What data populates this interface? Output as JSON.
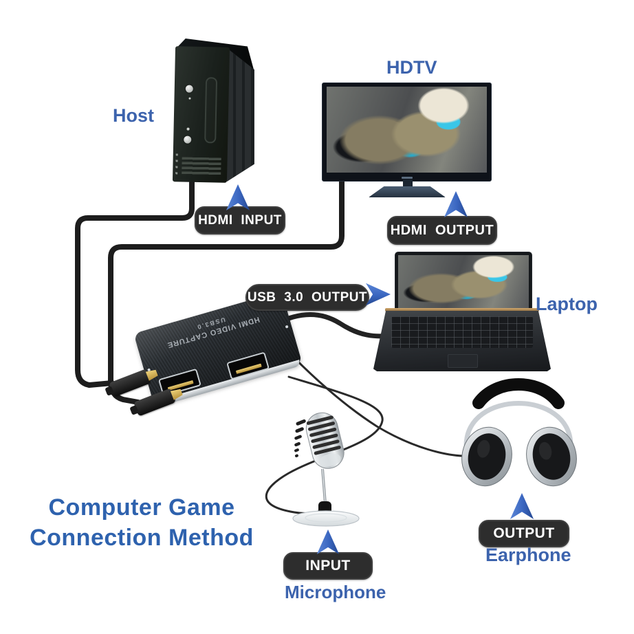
{
  "title": {
    "line1": "Computer Game",
    "line2": "Connection Method"
  },
  "callouts": {
    "hdmi_input": "HDMI INPUT",
    "hdmi_output": "HDMI OUTPUT",
    "usb_output": "USB 3.0 OUTPUT",
    "audio_input": "INPUT",
    "audio_output": "OUTPUT"
  },
  "captions": {
    "host": "Host",
    "hdtv": "HDTV",
    "laptop": "Laptop",
    "microphone": "Microphone",
    "earphone": "Earphone"
  },
  "capture_card": {
    "print_line1": "HDMI VIDEO CAPTURE",
    "print_line2": "USB3.0"
  },
  "colors": {
    "caption_blue": "#3c63ad",
    "title_blue": "#2e62ae",
    "pill_background": "#2d2d2d",
    "pill_text": "#ffffff",
    "arrow_blue_light": "#5b86d6",
    "arrow_blue_dark": "#24478f",
    "cable_black": "#1d1d1d"
  }
}
